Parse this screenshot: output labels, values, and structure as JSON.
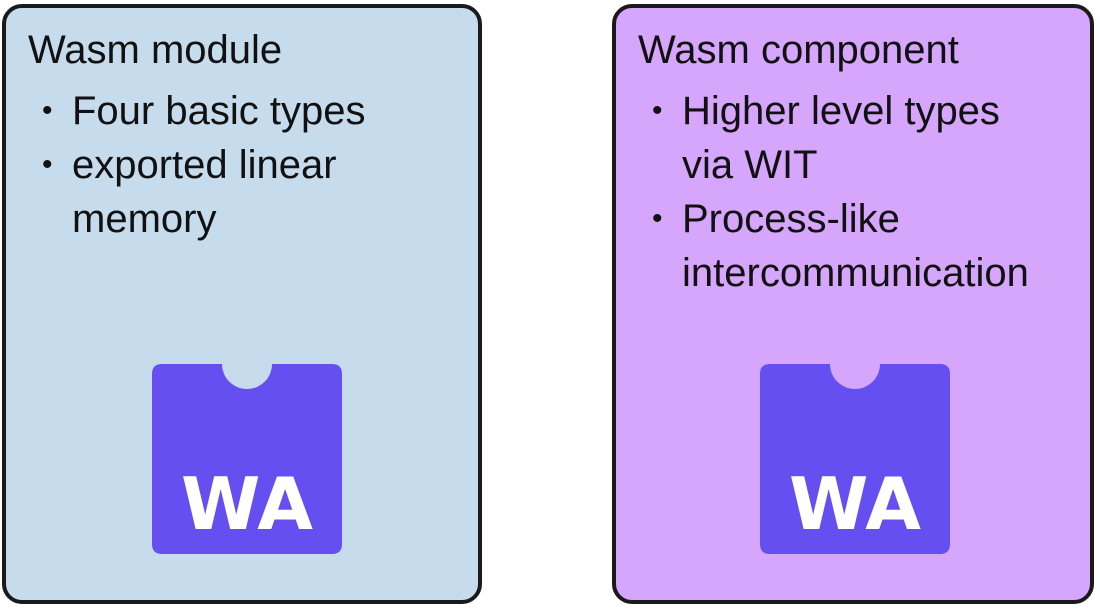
{
  "colors": {
    "module_bg": "#c6dced",
    "component_bg": "#d5a6fc",
    "border": "#1a1a1a",
    "logo_bg": "#654ff0",
    "logo_text": "#ffffff"
  },
  "module": {
    "title": "Wasm module",
    "bullets": [
      {
        "text": "Four basic types"
      },
      {
        "text": "exported linear\nmemory"
      }
    ],
    "logo": {
      "icon": "webassembly-logo-icon",
      "text": "WA"
    }
  },
  "component": {
    "title": "Wasm component",
    "bullets": [
      {
        "text": "Higher level types\nvia WIT"
      },
      {
        "text": "Process-like\nintercommunication"
      }
    ],
    "logo": {
      "icon": "webassembly-logo-icon",
      "text": "WA"
    }
  }
}
